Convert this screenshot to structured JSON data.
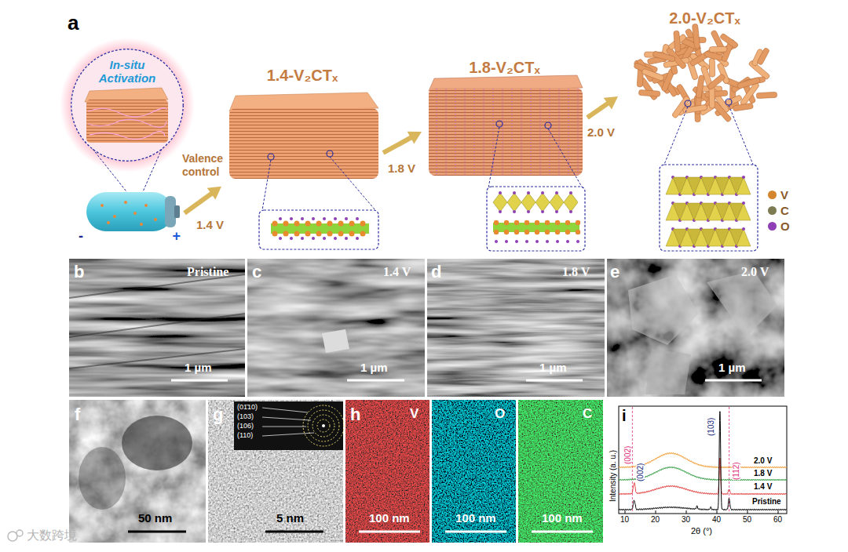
{
  "diagram": {
    "nodes": [
      {
        "text": [
          "In-situ Activation"
        ]
      },
      {
        "text": [
          "-",
          "+"
        ]
      },
      {
        "text": [
          "1.4-V₂CTₓ"
        ]
      },
      {
        "text": [
          "1.8-V₂CTₓ"
        ]
      },
      {
        "text": [
          "2.0-V₂CTₓ"
        ]
      }
    ],
    "edges": [
      {
        "from": 1,
        "to": 2,
        "arrow": "to",
        "label": "1.4 V"
      },
      {
        "from": 2,
        "to": 3,
        "arrow": "to",
        "label": "1.8 V"
      },
      {
        "from": 3,
        "to": 4,
        "arrow": "to",
        "label": "2.0 V"
      }
    ],
    "labels": [
      "a",
      "Valence control",
      "b",
      "Pristine",
      "1 µm",
      "c",
      "1.4 V",
      "1 µm",
      "d",
      "1.8 V",
      "1 µm",
      "e",
      "2.0 V",
      "1 µm",
      "f",
      "50 nm",
      "g",
      "(01̄10)",
      "(103)",
      "(106)",
      "(110)",
      "5 nm",
      "h",
      "V",
      "100 nm",
      "O",
      "100 nm",
      "C",
      "100 nm",
      "i",
      "Intensity (a. u.)",
      "2θ (°)",
      "10",
      "20",
      "30",
      "40",
      "50",
      "60",
      "(002)",
      "(002)",
      "(103)",
      "(112)",
      "2.0 V",
      "1.8 V",
      "1.4 V",
      "Pristine",
      "大数跨境"
    ],
    "legend": [
      {
        "text": "V",
        "color": "#d4862e"
      },
      {
        "text": "C",
        "color": "#7d7b52"
      },
      {
        "text": "O",
        "color": "#8e3fb5"
      }
    ]
  }
}
